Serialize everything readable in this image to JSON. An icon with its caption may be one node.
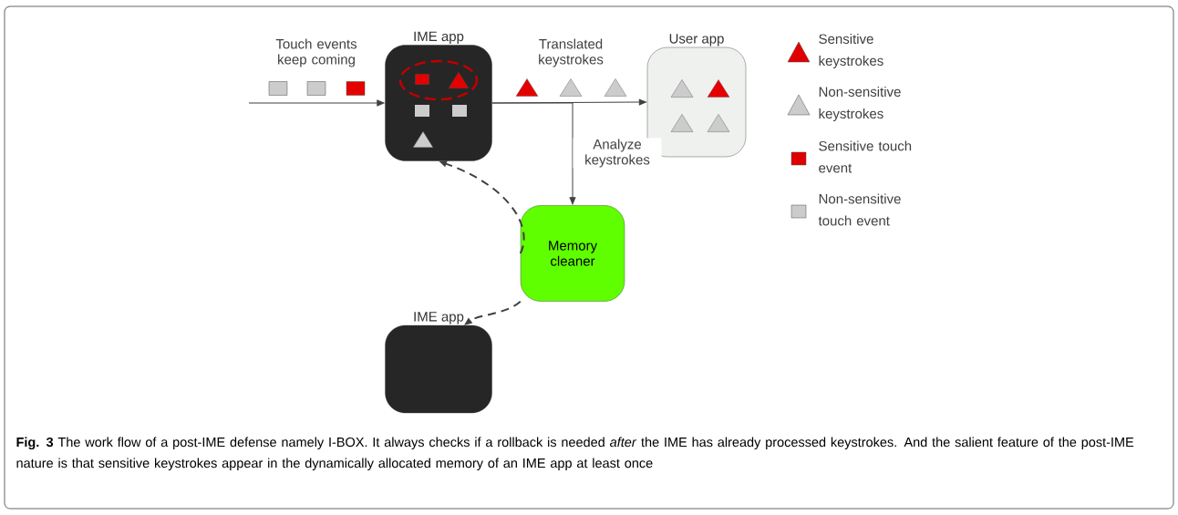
{
  "diagram": {
    "caption": "**Fig. 3** The work flow of a post-IME defense namely I-BOX. It always checks if a rollback is needed *after* the IME has already processed keystrokes. And the salient feature of the post-IME nature is that sensitive keystrokes appear in the dynamically allocated memory of an IME app at least once",
    "nodes": [
      {
        "text": [
          "IME app"
        ]
      },
      {
        "text": [
          "User app"
        ]
      },
      {
        "text": [
          "Memory cleaner"
        ]
      },
      {
        "text": [
          "IME app"
        ]
      }
    ],
    "edges": [
      {
        "from": null,
        "to": 0,
        "arrow": "to",
        "label": "Touch events keep coming"
      },
      {
        "from": 0,
        "to": 1,
        "arrow": "to",
        "label": "Translated keystrokes"
      },
      {
        "from": 0,
        "to": 2,
        "arrow": "to",
        "label": "Analyze keystrokes"
      },
      {
        "from": 2,
        "to": 0,
        "arrow": "to",
        "style": "dashed"
      },
      {
        "from": 2,
        "to": 3,
        "arrow": "to",
        "style": "dashed"
      }
    ],
    "legend": [
      {
        "text": "Sensitive keystrokes",
        "color": "#e00000"
      },
      {
        "text": "Non-sensitive keystrokes",
        "color": "#cccccc"
      },
      {
        "text": "Sensitive touch event",
        "color": "#e00000"
      },
      {
        "text": "Non-sensitive touch event",
        "color": "#cccccc"
      }
    ]
  }
}
